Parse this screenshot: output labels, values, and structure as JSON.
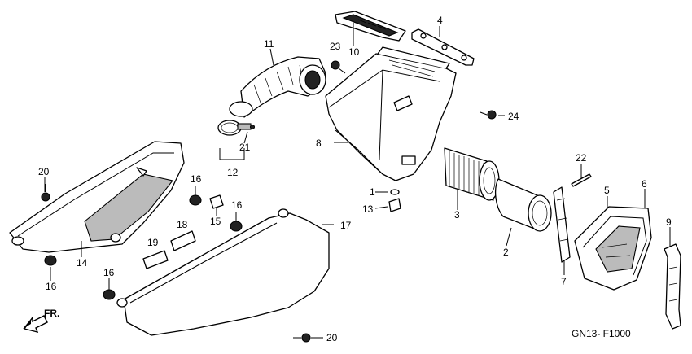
{
  "callouts": {
    "c1": "1",
    "c2": "2",
    "c3": "3",
    "c4": "4",
    "c5": "5",
    "c6": "6",
    "c7": "7",
    "c8": "8",
    "c9": "9",
    "c10": "10",
    "c11": "11",
    "c12": "12",
    "c13": "13",
    "c14": "14",
    "c15": "15",
    "c16a": "16",
    "c16b": "16",
    "c16c": "16",
    "c16d": "16",
    "c17": "17",
    "c18": "18",
    "c19": "19",
    "c20a": "20",
    "c20b": "20",
    "c21": "21",
    "c22": "22",
    "c23": "23",
    "c24": "24"
  },
  "direction_label": "FR.",
  "figure_code": "GN13- F1000"
}
